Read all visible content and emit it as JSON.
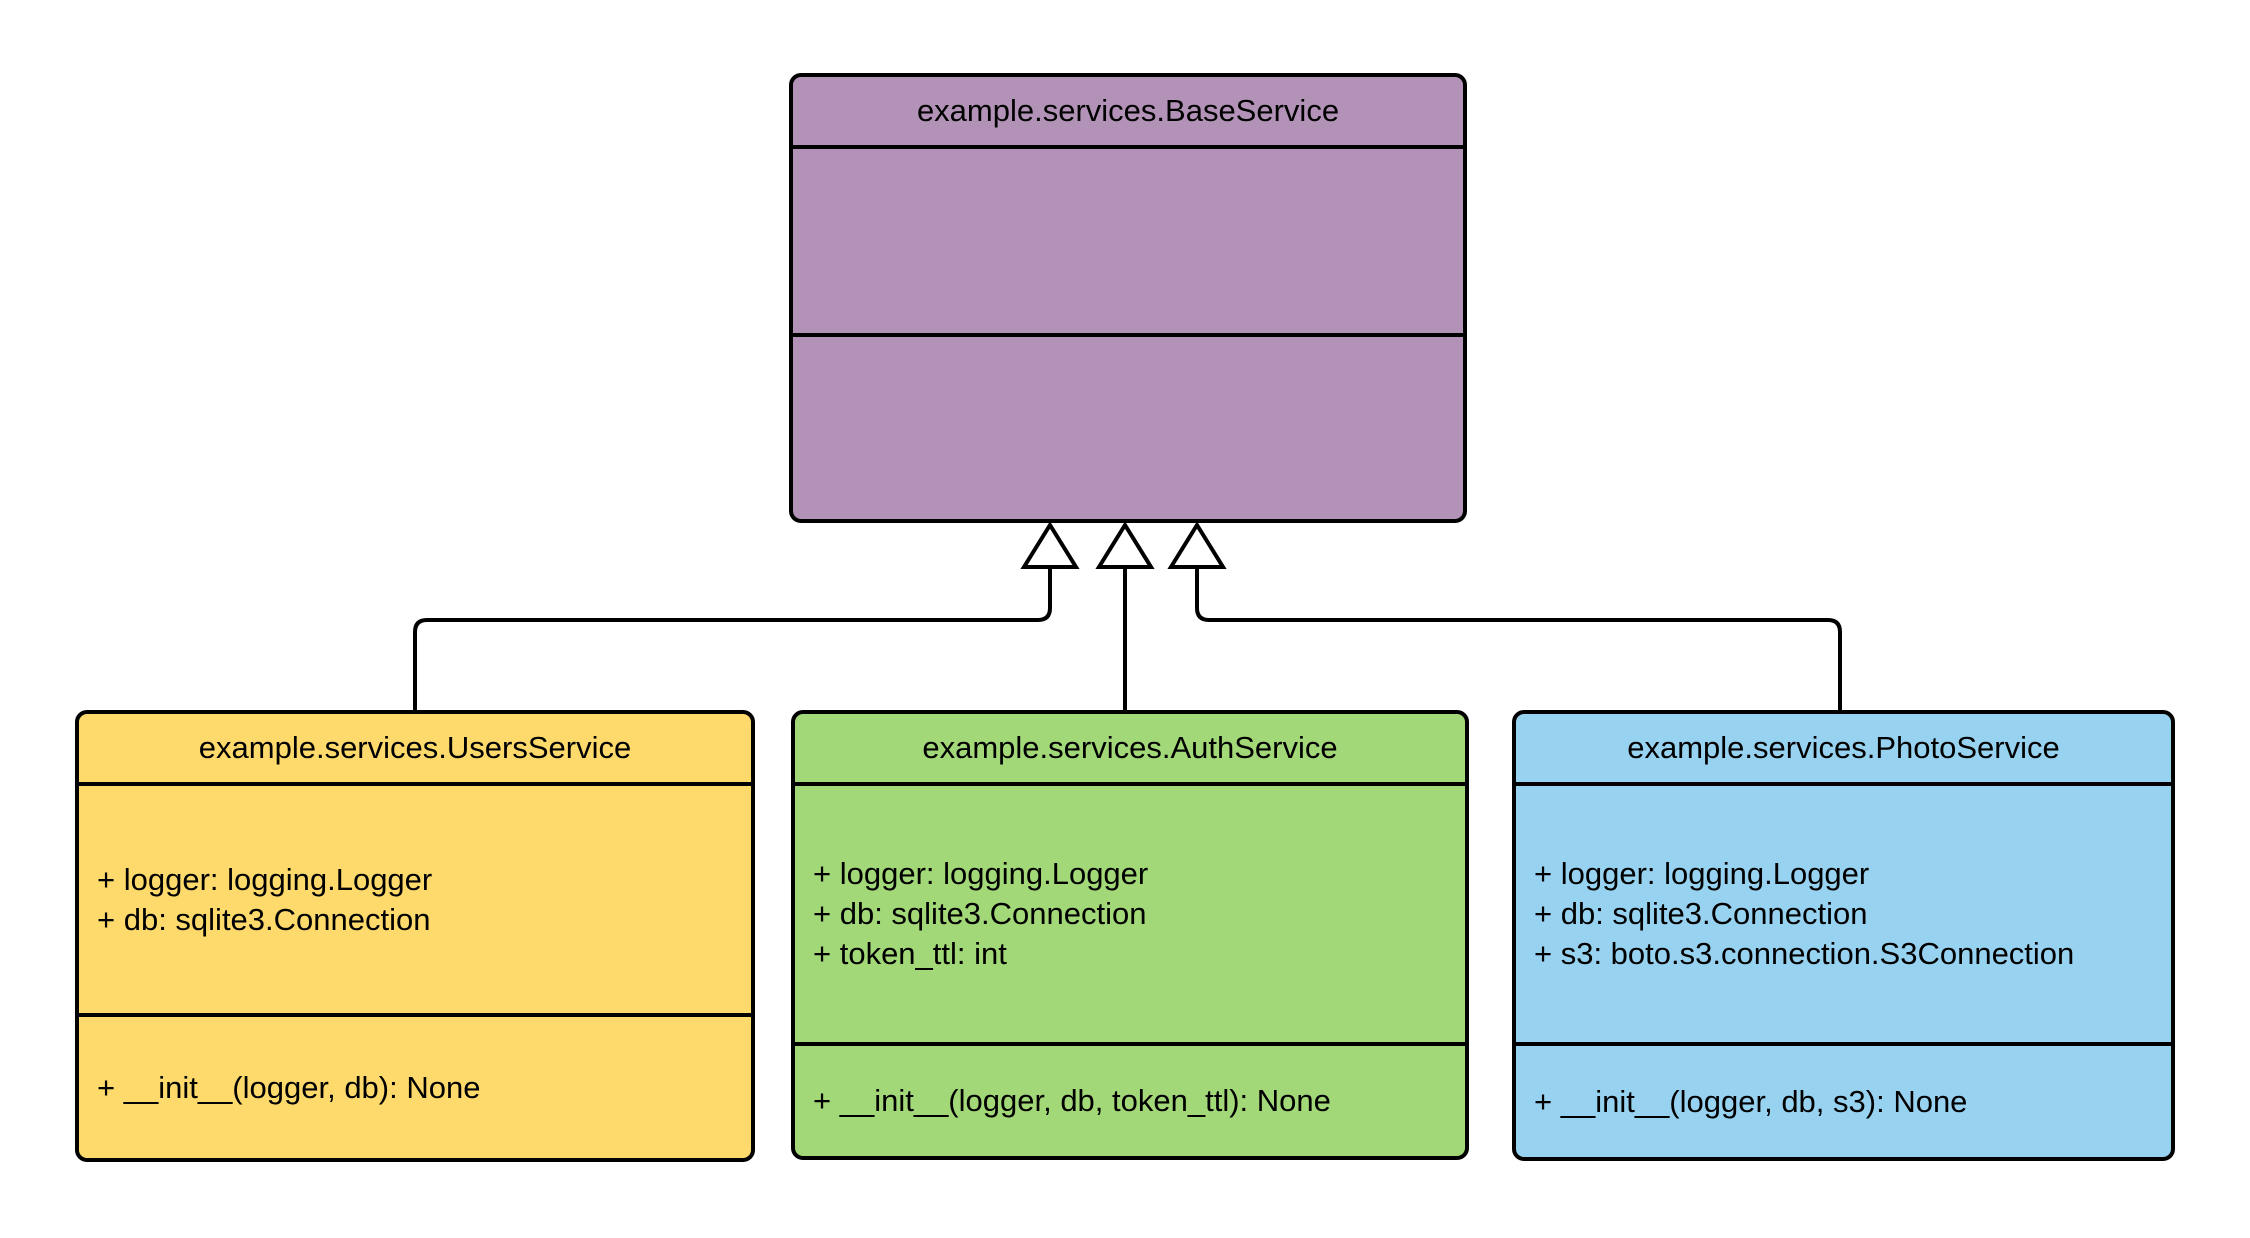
{
  "diagram": {
    "kind": "uml-class-diagram",
    "background_color": "#ffffff",
    "line_color": "#000000",
    "classes": [
      {
        "id": "base",
        "name": "example.services.BaseService",
        "fill_color": "#b292b6",
        "attributes": [],
        "methods": []
      },
      {
        "id": "users",
        "name": "example.services.UsersService",
        "fill_color": "#fdda6b",
        "attributes": [
          "+ logger: logging.Logger",
          "+ db: sqlite3.Connection"
        ],
        "methods": [
          "+ __init__(logger, db): None"
        ]
      },
      {
        "id": "auth",
        "name": "example.services.AuthService",
        "fill_color": "#a2d877",
        "attributes": [
          "+ logger: logging.Logger",
          "+ db: sqlite3.Connection",
          "+ token_ttl: int"
        ],
        "methods": [
          "+ __init__(logger, db, token_ttl): None"
        ]
      },
      {
        "id": "photo",
        "name": "example.services.PhotoService",
        "fill_color": "#97d2f0",
        "attributes": [
          "+ logger: logging.Logger",
          "+ db: sqlite3.Connection",
          "+ s3: boto.s3.connection.S3Connection"
        ],
        "methods": [
          "+ __init__(logger, db, s3): None"
        ]
      }
    ],
    "relations": [
      {
        "type": "inheritance",
        "from": "example.services.UsersService",
        "to": "example.services.BaseService"
      },
      {
        "type": "inheritance",
        "from": "example.services.AuthService",
        "to": "example.services.BaseService"
      },
      {
        "type": "inheritance",
        "from": "example.services.PhotoService",
        "to": "example.services.BaseService"
      }
    ]
  }
}
